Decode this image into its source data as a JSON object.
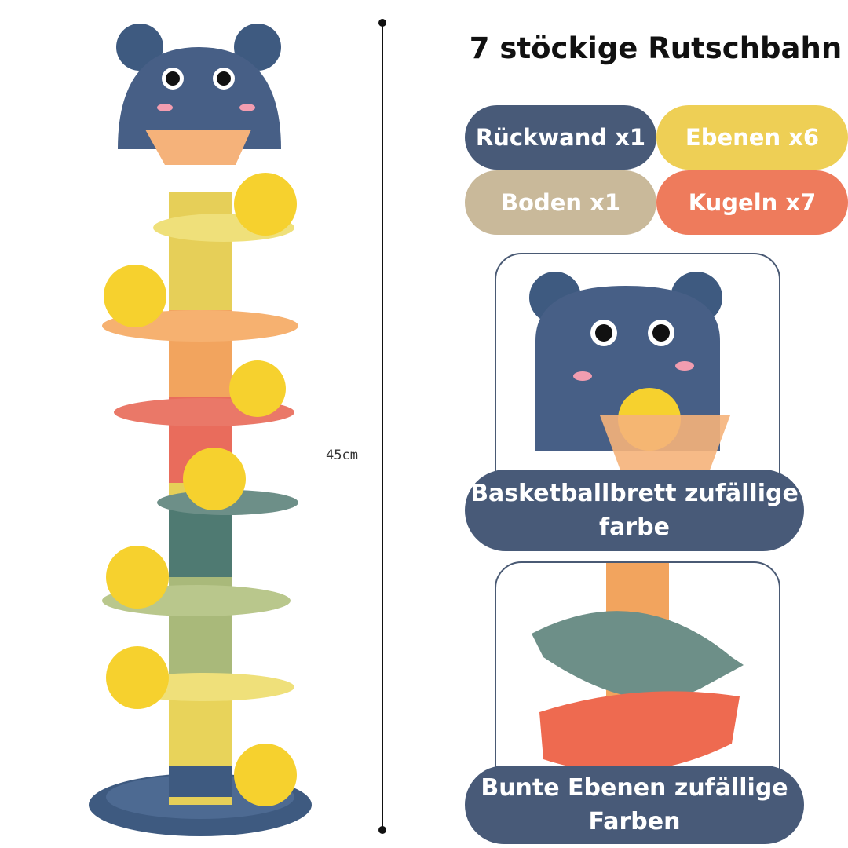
{
  "title": "7 stöckige Rutschbahn",
  "measurement": "45cm",
  "parts": [
    {
      "label": "Rückwand x1",
      "color": "#485a78"
    },
    {
      "label": "Ebenen x6",
      "color": "#eecf55"
    },
    {
      "label": "Boden x1",
      "color": "#c9b99a"
    },
    {
      "label": "Kugeln x7",
      "color": "#ee7b5c"
    }
  ],
  "detail_captions": {
    "basket": "Basketballbrett zufällige farbe",
    "levels": "Bunte Ebenen zufällige Farben"
  }
}
